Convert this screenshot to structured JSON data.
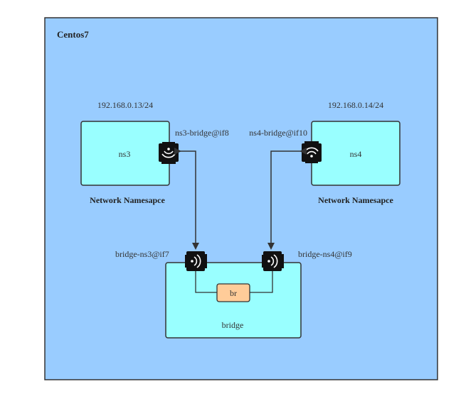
{
  "host": {
    "title": "Centos7"
  },
  "ns3": {
    "ip": "192.168.0.13/24",
    "name": "ns3",
    "veth_label": "ns3-bridge@if8",
    "caption": "Network Namesapce"
  },
  "ns4": {
    "ip": "192.168.0.14/24",
    "name": "ns4",
    "veth_label": "ns4-bridge@if10",
    "caption": "Network Namesapce"
  },
  "bridge": {
    "name": "bridge",
    "br_label": "br",
    "left_veth_label": "bridge-ns3@if7",
    "right_veth_label": "bridge-ns4@if9"
  },
  "colors": {
    "host_fill": "#99ccff",
    "box_fill": "#99ffff",
    "br_fill": "#ffcc99",
    "stroke": "#333333"
  }
}
